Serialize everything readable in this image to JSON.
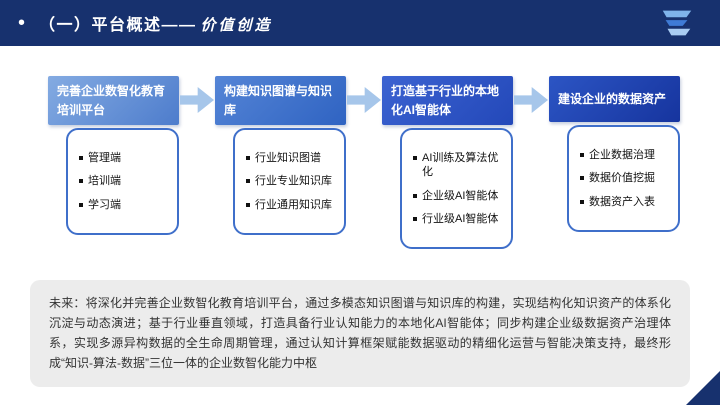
{
  "header": {
    "bullet": "•",
    "title_main": "（一）平台概述——",
    "title_accent": "价值创造"
  },
  "columns": [
    {
      "header": "完善企业数智化教育培训平台",
      "items": [
        "管理端",
        "培训端",
        "学习端"
      ]
    },
    {
      "header": "构建知识图谱与知识库",
      "items": [
        "行业知识图谱",
        "行业专业知识库",
        "行业通用知识库"
      ]
    },
    {
      "header": "打造基于行业的本地化AI智能体",
      "items": [
        "AI训练及算法优化",
        "企业级AI智能体",
        "行业级AI智能体"
      ]
    },
    {
      "header": "建设企业的数据资产",
      "items": [
        "企业数据治理",
        "数据价值挖掘",
        "数据资产入表"
      ]
    }
  ],
  "footer": {
    "text": "未来：将深化并完善企业数智化教育培训平台，通过多模态知识图谱与知识库的构建，实现结构化知识资产的体系化沉淀与动态演进；基于行业垂直领域，打造具备行业认知能力的本地化AI智能体；同步构建企业级数据资产治理体系，实现多源异构数据的全生命周期管理，通过认知计算框架赋能数据驱动的精细化运营与智能决策支持，最终形成“知识-算法-数据”三位一体的企业数智化能力中枢"
  },
  "icons": {
    "logo": "company-logo",
    "arrow": "arrow-right",
    "bullet": "square-dot"
  },
  "colors": {
    "topbar_bg": "#17316e",
    "arrow": "#a6c6ea",
    "card_border": "#3f6fca",
    "note_bg": "#ececec",
    "step_colors": [
      "#4d7ccc",
      "#2f63c2",
      "#2348b9",
      "#16349e"
    ]
  }
}
